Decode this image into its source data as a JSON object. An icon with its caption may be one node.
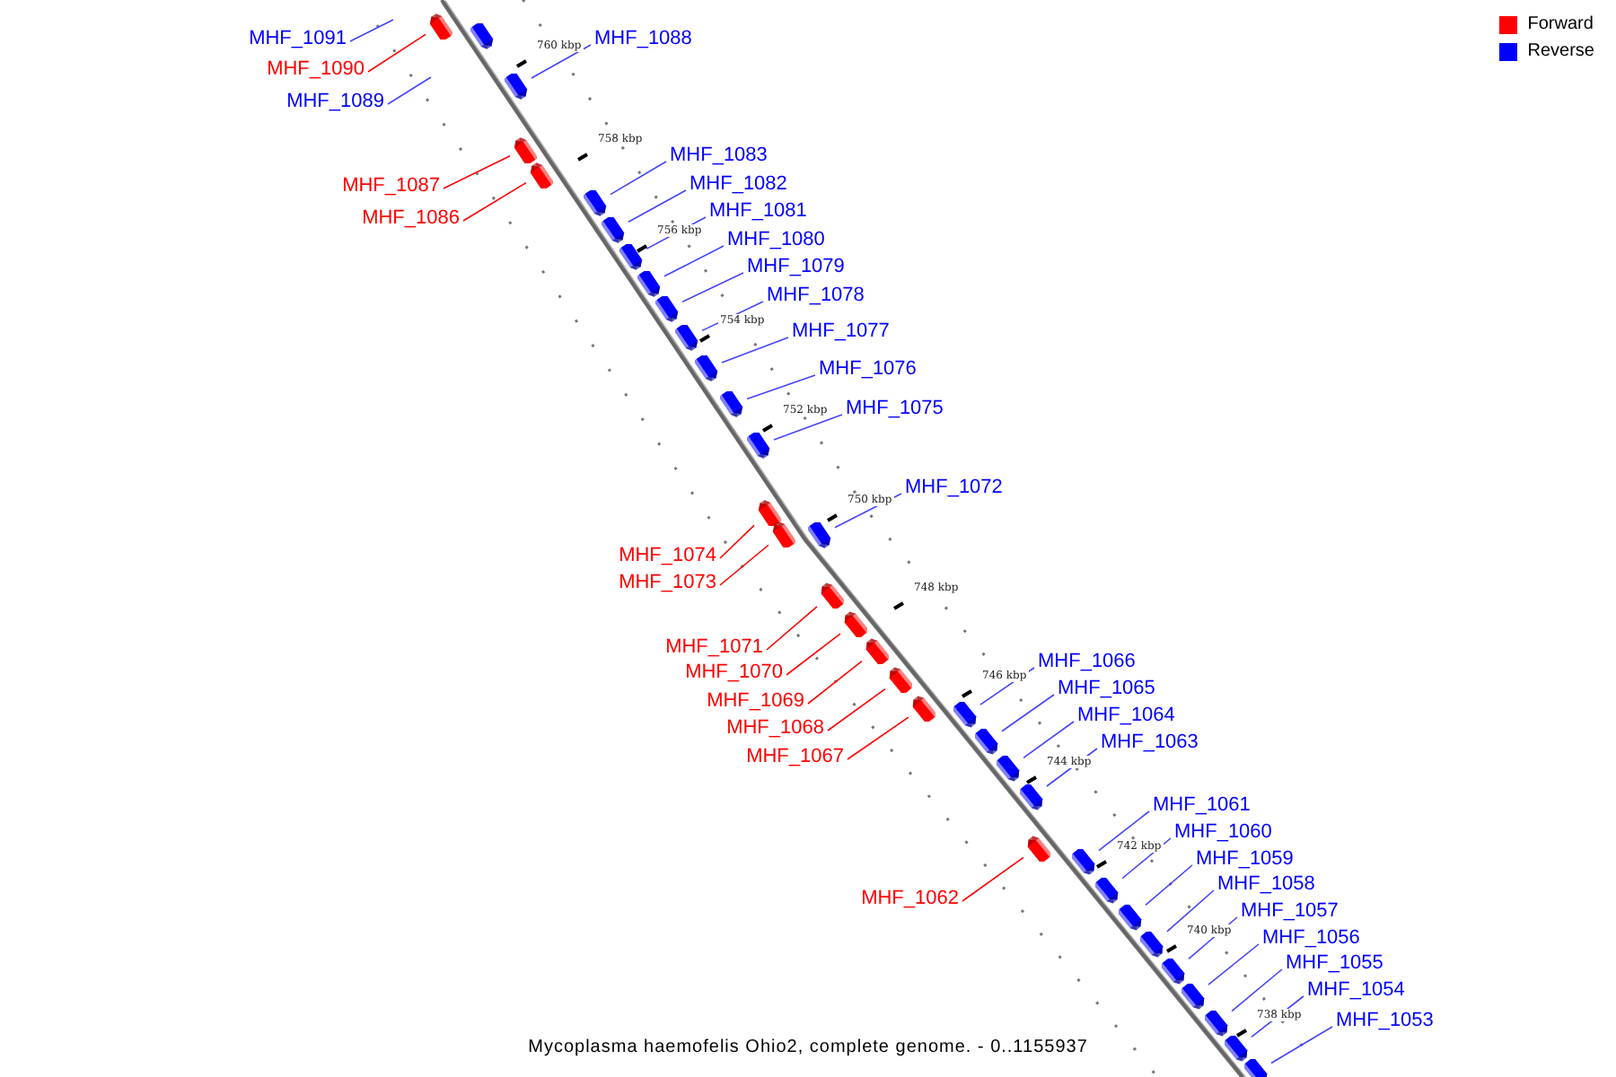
{
  "diagram": {
    "caption": "Mycoplasma haemofelis Ohio2, complete genome. - 0..1155937",
    "nodes": [
      {
        "text": [
          "MHF_1091"
        ]
      },
      {
        "text": [
          "MHF_1090"
        ]
      },
      {
        "text": [],
        "shape": "box"
      },
      {
        "text": [],
        "shape": "box"
      },
      {
        "text": [
          "MHF_1088"
        ]
      },
      {
        "text": [],
        "shape": "box"
      },
      {
        "text": [
          "MHF_1089"
        ]
      },
      {
        "text": [
          "MHF_1087"
        ]
      },
      {
        "text": [],
        "shape": "box"
      },
      {
        "text": [
          "MHF_1086"
        ]
      },
      {
        "text": [],
        "shape": "box"
      },
      {
        "text": [
          "MHF_1083"
        ]
      },
      {
        "text": [],
        "shape": "box"
      },
      {
        "text": [
          "MHF_1082"
        ]
      },
      {
        "text": [],
        "shape": "box"
      },
      {
        "text": [
          "MHF_1081"
        ]
      },
      {
        "text": [],
        "shape": "box"
      },
      {
        "text": [
          "MHF_1080"
        ]
      },
      {
        "text": [],
        "shape": "box"
      },
      {
        "text": [
          "MHF_1079"
        ]
      },
      {
        "text": [],
        "shape": "box"
      },
      {
        "text": [
          "MHF_1078"
        ]
      },
      {
        "text": [],
        "shape": "box"
      },
      {
        "text": [
          "MHF_1077"
        ]
      },
      {
        "text": [],
        "shape": "box"
      },
      {
        "text": [
          "MHF_1076"
        ]
      },
      {
        "text": [],
        "shape": "box"
      },
      {
        "text": [
          "MHF_1075"
        ]
      },
      {
        "text": [],
        "shape": "box"
      },
      {
        "text": [
          "MHF_1072"
        ]
      },
      {
        "text": [],
        "shape": "box"
      },
      {
        "text": [
          "MHF_1074"
        ]
      },
      {
        "text": [],
        "shape": "box"
      },
      {
        "text": [
          "MHF_1073"
        ]
      },
      {
        "text": [],
        "shape": "box"
      },
      {
        "text": [
          "MHF_1071"
        ]
      },
      {
        "text": [],
        "shape": "box"
      },
      {
        "text": [
          "MHF_1070"
        ]
      },
      {
        "text": [],
        "shape": "box"
      },
      {
        "text": [
          "MHF_1069"
        ]
      },
      {
        "text": [],
        "shape": "box"
      },
      {
        "text": [
          "MHF_1068"
        ]
      },
      {
        "text": [],
        "shape": "box"
      },
      {
        "text": [
          "MHF_1067"
        ]
      },
      {
        "text": [],
        "shape": "box"
      },
      {
        "text": [
          "MHF_1066"
        ]
      },
      {
        "text": [],
        "shape": "box"
      },
      {
        "text": [
          "MHF_1065"
        ]
      },
      {
        "text": [],
        "shape": "box"
      },
      {
        "text": [
          "MHF_1064"
        ]
      },
      {
        "text": [],
        "shape": "box"
      },
      {
        "text": [
          "MHF_1063"
        ]
      },
      {
        "text": [],
        "shape": "box"
      },
      {
        "text": [
          "MHF_1062"
        ]
      },
      {
        "text": [],
        "shape": "box"
      },
      {
        "text": [
          "MHF_1061"
        ]
      },
      {
        "text": [],
        "shape": "box"
      },
      {
        "text": [
          "MHF_1060"
        ]
      },
      {
        "text": [],
        "shape": "box"
      },
      {
        "text": [
          "MHF_1059"
        ]
      },
      {
        "text": [],
        "shape": "box"
      },
      {
        "text": [
          "MHF_1058"
        ]
      },
      {
        "text": [],
        "shape": "box"
      },
      {
        "text": [
          "MHF_1057"
        ]
      },
      {
        "text": [],
        "shape": "box"
      },
      {
        "text": [
          "MHF_1056"
        ]
      },
      {
        "text": [],
        "shape": "box"
      },
      {
        "text": [
          "MHF_1055"
        ]
      },
      {
        "text": [],
        "shape": "box"
      },
      {
        "text": [
          "MHF_1054"
        ]
      },
      {
        "text": [],
        "shape": "box"
      },
      {
        "text": [
          "MHF_1053"
        ]
      },
      {
        "text": [],
        "shape": "box"
      }
    ],
    "edges": [
      {
        "from": 0,
        "to": null,
        "arrow": "none"
      },
      {
        "from": 1,
        "to": 2,
        "arrow": "none",
        "color": "#ff0000"
      },
      {
        "from": 4,
        "to": 5,
        "arrow": "none"
      },
      {
        "from": 6,
        "to": null,
        "arrow": "none"
      },
      {
        "from": 7,
        "to": 8,
        "arrow": "none",
        "color": "#ff0000"
      },
      {
        "from": 9,
        "to": 10,
        "arrow": "none",
        "color": "#ff0000"
      },
      {
        "from": 11,
        "to": 12,
        "arrow": "none"
      },
      {
        "from": 13,
        "to": 14,
        "arrow": "none"
      },
      {
        "from": 15,
        "to": 16,
        "arrow": "none"
      },
      {
        "from": 17,
        "to": 18,
        "arrow": "none"
      },
      {
        "from": 19,
        "to": 20,
        "arrow": "none"
      },
      {
        "from": 21,
        "to": 22,
        "arrow": "none"
      },
      {
        "from": 23,
        "to": 24,
        "arrow": "none"
      },
      {
        "from": 25,
        "to": 26,
        "arrow": "none"
      },
      {
        "from": 27,
        "to": 28,
        "arrow": "none"
      },
      {
        "from": 29,
        "to": 30,
        "arrow": "none"
      },
      {
        "from": 31,
        "to": 32,
        "arrow": "none",
        "color": "#ff0000"
      },
      {
        "from": 33,
        "to": 34,
        "arrow": "none",
        "color": "#ff0000"
      },
      {
        "from": 35,
        "to": 36,
        "arrow": "none",
        "color": "#ff0000"
      },
      {
        "from": 37,
        "to": 38,
        "arrow": "none",
        "color": "#ff0000"
      },
      {
        "from": 39,
        "to": 40,
        "arrow": "none",
        "color": "#ff0000"
      },
      {
        "from": 41,
        "to": 42,
        "arrow": "none",
        "color": "#ff0000"
      },
      {
        "from": 43,
        "to": 44,
        "arrow": "none",
        "color": "#ff0000"
      },
      {
        "from": 45,
        "to": 46,
        "arrow": "none"
      },
      {
        "from": 47,
        "to": 48,
        "arrow": "none"
      },
      {
        "from": 49,
        "to": 50,
        "arrow": "none"
      },
      {
        "from": 51,
        "to": 52,
        "arrow": "none"
      },
      {
        "from": 53,
        "to": 54,
        "arrow": "none",
        "color": "#ff0000"
      },
      {
        "from": 55,
        "to": 56,
        "arrow": "none"
      },
      {
        "from": 57,
        "to": 58,
        "arrow": "none"
      },
      {
        "from": 59,
        "to": 60,
        "arrow": "none"
      },
      {
        "from": 61,
        "to": 62,
        "arrow": "none"
      },
      {
        "from": 63,
        "to": 64,
        "arrow": "none"
      },
      {
        "from": 65,
        "to": 66,
        "arrow": "none"
      },
      {
        "from": 67,
        "to": 68,
        "arrow": "none"
      },
      {
        "from": 69,
        "to": 70,
        "arrow": "none"
      },
      {
        "from": 71,
        "to": 72,
        "arrow": "none"
      }
    ],
    "labels": [
      "760 kbp",
      "758 kbp",
      "756 kbp",
      "754 kbp",
      "752 kbp",
      "750 kbp",
      "748 kbp",
      "746 kbp",
      "744 kbp",
      "742 kbp",
      "740 kbp",
      "738 kbp"
    ],
    "legend": [
      {
        "text": "Forward",
        "color": "#ff0000"
      },
      {
        "text": "Reverse",
        "color": "#0000ff"
      }
    ]
  }
}
